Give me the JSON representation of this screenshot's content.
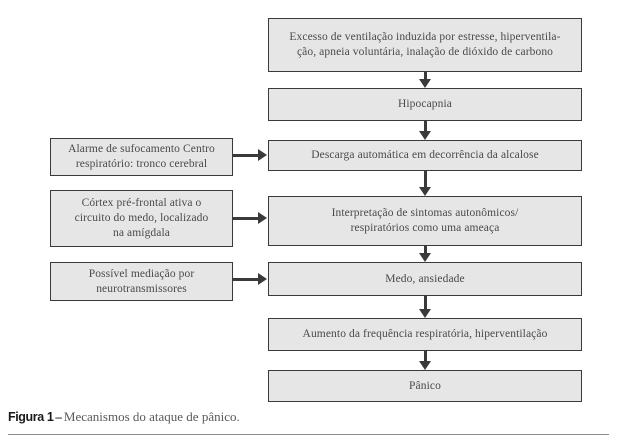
{
  "figure": {
    "caption_label": "Figura 1",
    "caption_dash": "–",
    "caption_text": "Mecanismos do ataque de pânico.",
    "box_fill": "#e6e6e6",
    "box_border": "#3a3a3a",
    "text_color": "#4a4a4a",
    "background": "#ffffff"
  },
  "flow": {
    "main_nodes": [
      {
        "id": "excesso-ventilacao",
        "text": "Excesso de ventilação induzida por estresse, hiperventila-\nção, apneia voluntária, inalação de dióxido de carbono"
      },
      {
        "id": "hipocapnia",
        "text": "Hipocapnia"
      },
      {
        "id": "descarga-automatica",
        "text": "Descarga automática em decorrência da alcalose"
      },
      {
        "id": "interpretacao-sintomas",
        "text": "Interpretação de sintomas autonômicos/\nrespiratórios como uma ameaça"
      },
      {
        "id": "medo-ansiedade",
        "text": "Medo, ansiedade"
      },
      {
        "id": "aumento-frequencia",
        "text": "Aumento da frequência respiratória, hiperventilação"
      },
      {
        "id": "panico",
        "text": "Pânico"
      }
    ],
    "side_nodes": [
      {
        "id": "alarme-sufocamento",
        "text": "Alarme de sufocamento Centro\nrespiratório: tronco cerebral",
        "targets": "descarga-automatica"
      },
      {
        "id": "cortex-pre-frontal",
        "text": "Córtex pré-frontal ativa o\ncircuito do medo, localizado\nna amígdala",
        "targets": "interpretacao-sintomas"
      },
      {
        "id": "mediacao-neurotransmissores",
        "text": "Possível mediação por\nneurotransmissores",
        "targets": "medo-ansiedade"
      }
    ]
  }
}
